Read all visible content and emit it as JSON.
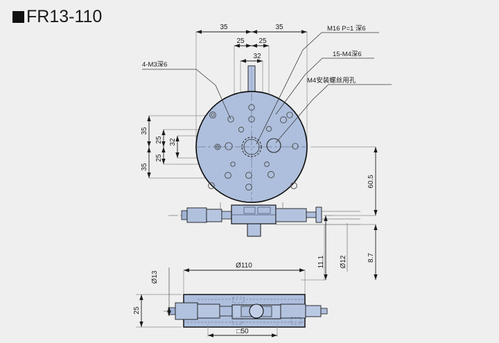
{
  "header": {
    "bullet_icon": "filled-square-icon",
    "title": "FR13-110"
  },
  "colors": {
    "background": "#efeff0",
    "part_fill": "#aebfdd",
    "part_fill_light": "#bccbe4",
    "outline": "#1a1a1a",
    "dim_line": "#808080",
    "dim_text": "#1b1b1b",
    "leader_line": "#4a4a4a"
  },
  "drawing": {
    "views": {
      "top_view": {
        "name": "top-view-circular-stage",
        "outer_diameter_label": "Ø110"
      },
      "side_view": {
        "name": "side-view-assembly"
      },
      "bottom_view": {
        "name": "bottom-section-view"
      }
    },
    "callouts": [
      {
        "id": "callout-4-m3",
        "text": "4-M3深6",
        "anchor": "left"
      },
      {
        "id": "callout-m16",
        "text": "M16 P=1 深6",
        "anchor": "right"
      },
      {
        "id": "callout-15-m4",
        "text": "15-M4深6",
        "anchor": "right"
      },
      {
        "id": "callout-m4-mounting",
        "text": "M4安装螺丝用孔",
        "anchor": "right"
      }
    ],
    "dimensions": {
      "top_horizontal": [
        {
          "id": "dim-35-left",
          "value": "35"
        },
        {
          "id": "dim-35-right",
          "value": "35"
        },
        {
          "id": "dim-25-left",
          "value": "25"
        },
        {
          "id": "dim-25-right",
          "value": "25"
        },
        {
          "id": "dim-32-top",
          "value": "32"
        }
      ],
      "left_vertical": [
        {
          "id": "dim-35-upper",
          "value": "35"
        },
        {
          "id": "dim-25-upper",
          "value": "25"
        },
        {
          "id": "dim-32-left",
          "value": "32"
        },
        {
          "id": "dim-25-lower",
          "value": "25"
        },
        {
          "id": "dim-35-lower",
          "value": "35"
        }
      ],
      "right_vertical": [
        {
          "id": "dim-60-5",
          "value": "60.5"
        },
        {
          "id": "dim-8-7",
          "value": "8.7"
        },
        {
          "id": "dim-11-1",
          "value": "11.1"
        },
        {
          "id": "dim-d12",
          "value": "Ø12"
        }
      ],
      "bottom_view": [
        {
          "id": "dim-d13",
          "value": "Ø13"
        },
        {
          "id": "dim-d110",
          "value": "Ø110"
        },
        {
          "id": "dim-25-height",
          "value": "25"
        },
        {
          "id": "dim-square-50",
          "value": "□50"
        }
      ]
    }
  }
}
